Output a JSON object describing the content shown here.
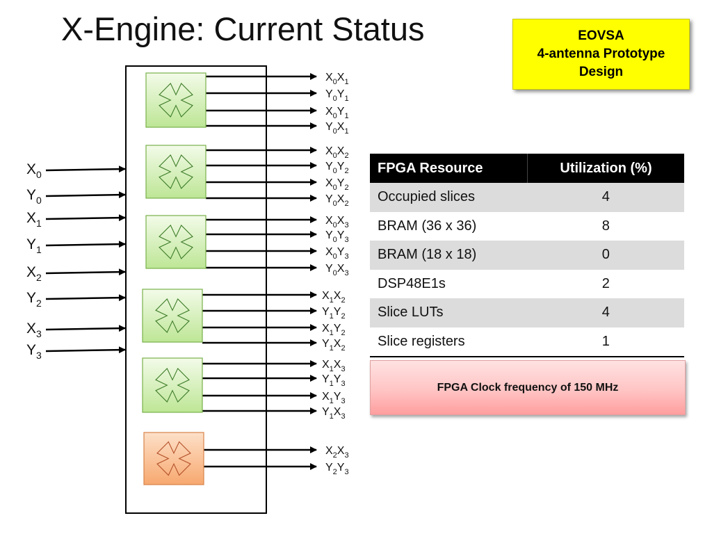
{
  "slide": {
    "title": "X-Engine: Current Status",
    "badge": {
      "lines": [
        "EOVSA",
        "4-antenna Prototype",
        "Design"
      ],
      "color": "#ffff00"
    }
  },
  "diagram": {
    "inputs": [
      {
        "base": "X",
        "sub": "0"
      },
      {
        "base": "Y",
        "sub": "0"
      },
      {
        "base": "X",
        "sub": "1"
      },
      {
        "base": "Y",
        "sub": "1"
      },
      {
        "base": "X",
        "sub": "2"
      },
      {
        "base": "Y",
        "sub": "2"
      },
      {
        "base": "X",
        "sub": "3"
      },
      {
        "base": "Y",
        "sub": "3"
      }
    ],
    "correlators": [
      {
        "color": "green",
        "outputs": [
          {
            "a": "X",
            "i": "0",
            "b": "X",
            "j": "1"
          },
          {
            "a": "Y",
            "i": "0",
            "b": "Y",
            "j": "1"
          },
          {
            "a": "X",
            "i": "0",
            "b": "Y",
            "j": "1"
          },
          {
            "a": "Y",
            "i": "0",
            "b": "X",
            "j": "1"
          }
        ]
      },
      {
        "color": "green",
        "outputs": [
          {
            "a": "X",
            "i": "0",
            "b": "X",
            "j": "2"
          },
          {
            "a": "Y",
            "i": "0",
            "b": "Y",
            "j": "2"
          },
          {
            "a": "X",
            "i": "0",
            "b": "Y",
            "j": "2"
          },
          {
            "a": "Y",
            "i": "0",
            "b": "X",
            "j": "2"
          }
        ]
      },
      {
        "color": "green",
        "outputs": [
          {
            "a": "X",
            "i": "0",
            "b": "X",
            "j": "3"
          },
          {
            "a": "Y",
            "i": "0",
            "b": "Y",
            "j": "3"
          },
          {
            "a": "X",
            "i": "0",
            "b": "Y",
            "j": "3"
          },
          {
            "a": "Y",
            "i": "0",
            "b": "X",
            "j": "3"
          }
        ]
      },
      {
        "color": "green",
        "outputs": [
          {
            "a": "X",
            "i": "1",
            "b": "X",
            "j": "2"
          },
          {
            "a": "Y",
            "i": "1",
            "b": "Y",
            "j": "2"
          },
          {
            "a": "X",
            "i": "1",
            "b": "Y",
            "j": "2"
          },
          {
            "a": "Y",
            "i": "1",
            "b": "X",
            "j": "2"
          }
        ]
      },
      {
        "color": "green",
        "outputs": [
          {
            "a": "X",
            "i": "1",
            "b": "X",
            "j": "3"
          },
          {
            "a": "Y",
            "i": "1",
            "b": "Y",
            "j": "3"
          },
          {
            "a": "X",
            "i": "1",
            "b": "Y",
            "j": "3"
          },
          {
            "a": "Y",
            "i": "1",
            "b": "X",
            "j": "3"
          }
        ]
      },
      {
        "color": "orange",
        "outputs": [
          {
            "a": "X",
            "i": "2",
            "b": "X",
            "j": "3"
          },
          {
            "a": "Y",
            "i": "2",
            "b": "Y",
            "j": "3"
          }
        ]
      }
    ],
    "colors": {
      "green_fill_top": "#f3fbe9",
      "green_fill_bottom": "#bde695",
      "green_stroke": "#79b04a",
      "orange_fill_top": "#fde0c8",
      "orange_fill_bottom": "#f7a86f",
      "orange_stroke": "#d8844a"
    }
  },
  "table": {
    "headers": [
      "FPGA Resource",
      "Utilization (%)"
    ],
    "rows": [
      {
        "resource": "Occupied slices",
        "value": "4"
      },
      {
        "resource": "BRAM (36 x 36)",
        "value": "8"
      },
      {
        "resource": "BRAM (18 x 18)",
        "value": "0"
      },
      {
        "resource": "DSP48E1s",
        "value": "2"
      },
      {
        "resource": "Slice LUTs",
        "value": "4"
      },
      {
        "resource": "Slice registers",
        "value": "1"
      }
    ]
  },
  "clock_note": "FPGA Clock frequency of 150 MHz"
}
